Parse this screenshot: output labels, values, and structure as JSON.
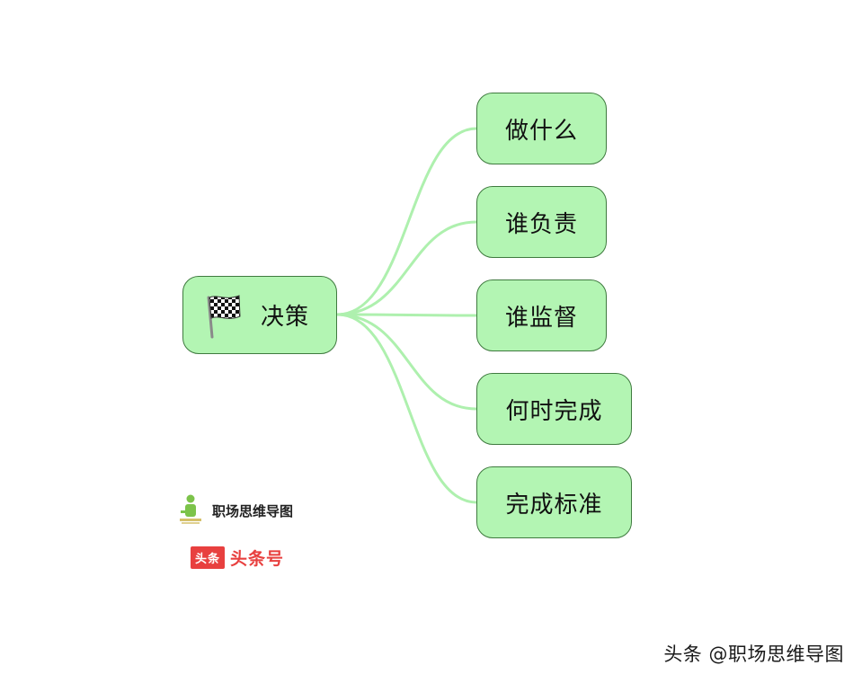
{
  "mindmap": {
    "root": {
      "label": "决策",
      "icon": "checkered-flag-icon"
    },
    "branches": [
      {
        "label": "做什么"
      },
      {
        "label": "谁负责"
      },
      {
        "label": "谁监督"
      },
      {
        "label": "何时完成"
      },
      {
        "label": "完成标准"
      }
    ],
    "colors": {
      "node_fill": "#b3f5b3",
      "node_border": "#3f7a3f",
      "connector": "#aef0ae"
    }
  },
  "branding": {
    "brand_name": "职场思维导图",
    "platform_badge": "头条",
    "platform_name": "头条号",
    "platform_color": "#e8403f"
  },
  "watermark": "头条 @职场思维导图"
}
